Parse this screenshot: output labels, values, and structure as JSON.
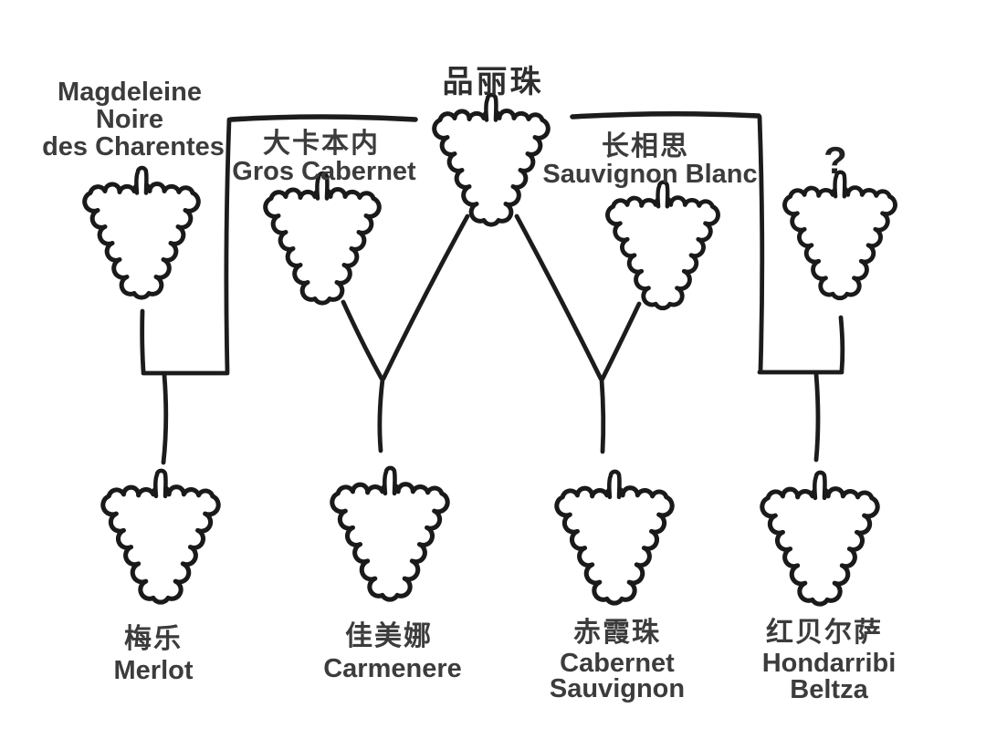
{
  "diagram": {
    "type": "grape-variety-pedigree",
    "colors": {
      "ink": "#1a1a1a",
      "text": "#3c3c3c",
      "background": "#ffffff"
    },
    "nodes": {
      "cabernet_franc": {
        "cn": "品丽珠"
      },
      "magdeleine_noire": {
        "line1": "Magdeleine",
        "line2": "Noire",
        "line3": "des Charentes"
      },
      "gros_cabernet": {
        "cn": "大卡本内",
        "en": "Gros Cabernet"
      },
      "sauvignon_blanc": {
        "cn": "长相思",
        "en": "Sauvignon Blanc"
      },
      "unknown_parent": {
        "mark": "?"
      },
      "merlot": {
        "cn": "梅乐",
        "en": "Merlot"
      },
      "carmenere": {
        "cn": "佳美娜",
        "en": "Carmenere"
      },
      "cabernet_sauvignon": {
        "cn": "赤霞珠",
        "en1": "Cabernet",
        "en2": "Sauvignon"
      },
      "hondarribi_beltza": {
        "cn": "红贝尔萨",
        "en1": "Hondarribi",
        "en2": "Beltza"
      }
    },
    "crosses": [
      {
        "parents": [
          "品丽珠",
          "Magdeleine Noire des Charentes"
        ],
        "offspring": "梅乐 Merlot"
      },
      {
        "parents": [
          "品丽珠",
          "大卡本内 Gros Cabernet"
        ],
        "offspring": "佳美娜 Carmenere"
      },
      {
        "parents": [
          "品丽珠",
          "长相思 Sauvignon Blanc"
        ],
        "offspring": "赤霞珠 Cabernet Sauvignon"
      },
      {
        "parents": [
          "品丽珠",
          "?"
        ],
        "offspring": "红贝尔萨 Hondarribi Beltza"
      }
    ]
  }
}
